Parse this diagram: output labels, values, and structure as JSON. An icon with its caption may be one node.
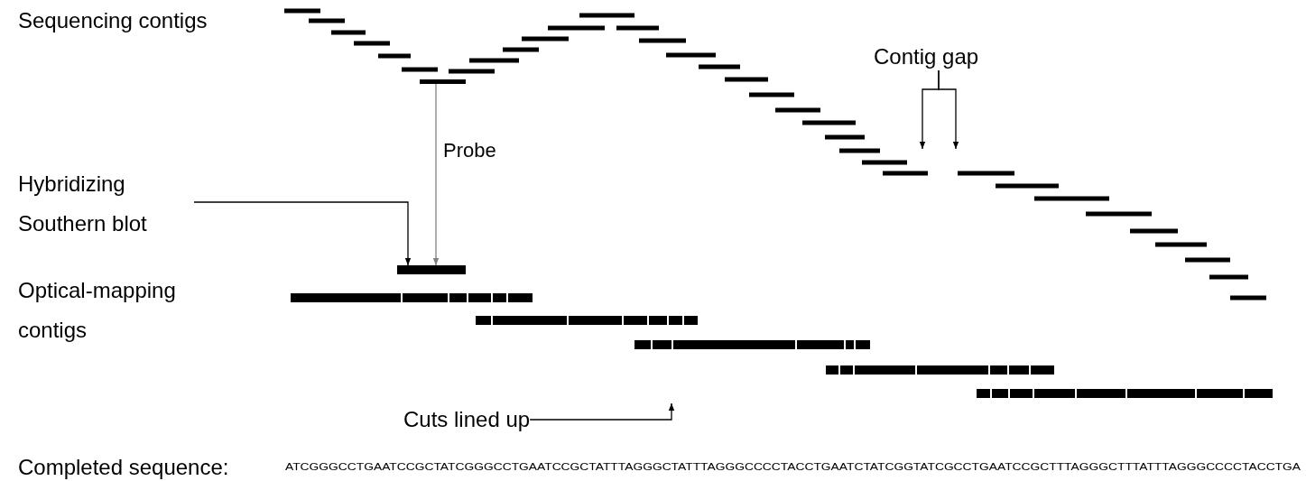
{
  "diagram": {
    "nodes": [
      {
        "text": [],
        "shape": "bar"
      },
      {
        "text": [],
        "shape": "bar"
      },
      {
        "text": [
          "Hybridizing Southern blot"
        ]
      },
      {
        "text": [
          "Contig gap"
        ]
      },
      {
        "text": [
          "Cuts lined up"
        ]
      }
    ],
    "edges": [
      {
        "from": 0,
        "to": 1,
        "arrow": "to",
        "label": "Probe",
        "color": "#808080"
      },
      {
        "from": 2,
        "to": 1,
        "arrow": "to"
      },
      {
        "from": 3,
        "to": null,
        "arrow": "to"
      },
      {
        "from": 3,
        "to": null,
        "arrow": "to"
      },
      {
        "from": 4,
        "to": null,
        "arrow": "to"
      }
    ],
    "labels": [
      "Sequencing contigs",
      "Optical-mapping contigs",
      "Completed sequence:",
      "ATCGGGCCTGAATCCGCTATCGGGCCTGAATCCGCTATTTAGGGCTATTTAGGGCCCCTACCTGAATCTATCGGTATCGCCTGAATCCGCTTTAGGGCTTTATTTAGGGCCCCTACCTGA"
    ]
  }
}
